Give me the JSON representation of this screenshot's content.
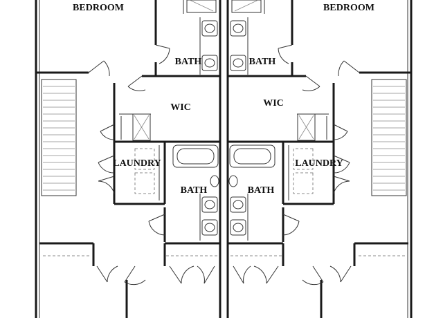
{
  "floor_plan": {
    "rooms": {
      "bedroom_left": "BEDROOM",
      "bedroom_right": "BEDROOM",
      "bath_upper_left": "BATH",
      "bath_upper_right": "BATH",
      "wic_left": "WIC",
      "wic_right": "WIC",
      "laundry_left": "LAUNDRY",
      "laundry_right": "LAUNDRY",
      "bath_lower_left": "BATH",
      "bath_lower_right": "BATH"
    },
    "colors": {
      "background": "#ffffff",
      "lines": "#1a1a1a"
    }
  }
}
